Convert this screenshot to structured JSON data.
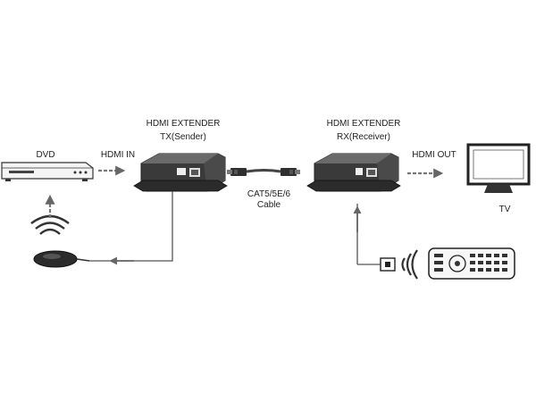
{
  "labels": {
    "tx_title": "HDMI EXTENDER",
    "tx_sub": "TX(Sender)",
    "rx_title": "HDMI EXTENDER",
    "rx_sub": "RX(Receiver)",
    "dvd": "DVD",
    "hdmi_in": "HDMI IN",
    "hdmi_out": "HDMI OUT",
    "tv": "TV",
    "cable_line1": "CAT5/5E/6",
    "cable_line2": "Cable"
  },
  "colors": {
    "line": "#555555",
    "device_dark": "#333333",
    "device_mid": "#5a5a5a",
    "arrow": "#777777",
    "text": "#222222"
  },
  "icons": [
    "dvd-player-icon",
    "tv-icon",
    "hdmi-extender-tx-icon",
    "hdmi-extender-rx-icon",
    "ethernet-cable-icon",
    "ir-receiver-icon",
    "ir-emitter-icon",
    "remote-control-icon",
    "wireless-signal-icon"
  ]
}
